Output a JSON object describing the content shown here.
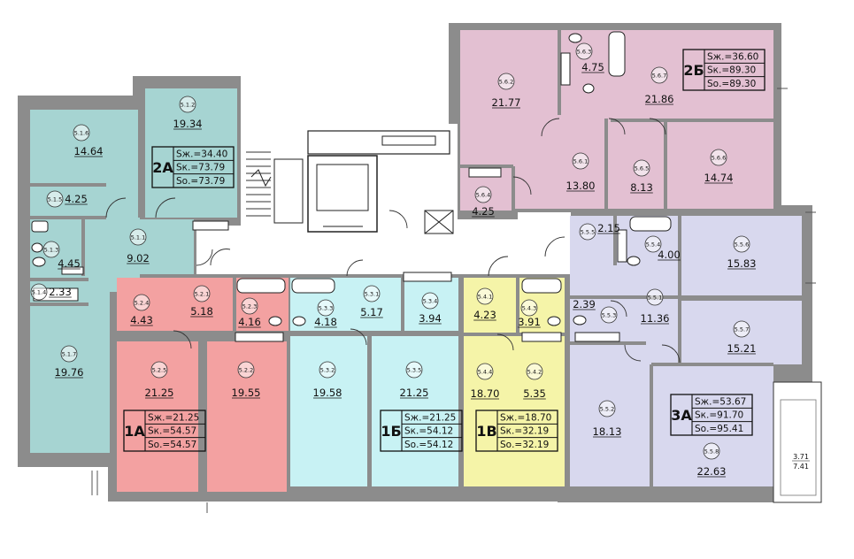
{
  "colors": {
    "teal": "#a6d4d2",
    "pink": "#e3c0d2",
    "red": "#f3a1a1",
    "cyan": "#c8f2f4",
    "yellow": "#f5f4a8",
    "lavender": "#d8d8ee",
    "wall": "#8c8c8c"
  },
  "apartments": [
    {
      "label": "2А",
      "sums": [
        "Sж.=34.40",
        "Sк.=73.79",
        "Sо.=73.79"
      ]
    },
    {
      "label": "2Б",
      "sums": [
        "Sж.=36.60",
        "Sк.=89.30",
        "Sо.=89.30"
      ]
    },
    {
      "label": "1А",
      "sums": [
        "Sж.=21.25",
        "Sк.=54.57",
        "Sо.=54.57"
      ]
    },
    {
      "label": "1Б",
      "sums": [
        "Sж.=21.25",
        "Sк.=54.12",
        "Sо.=54.12"
      ]
    },
    {
      "label": "1В",
      "sums": [
        "Sж.=18.70",
        "Sк.=32.19",
        "Sо.=32.19"
      ]
    },
    {
      "label": "3А",
      "sums": [
        "Sж.=53.67",
        "Sк.=91.70",
        "Sо.=95.41"
      ]
    }
  ],
  "rooms": [
    {
      "id": "5.1.6",
      "area": "14.64"
    },
    {
      "id": "5.1.2",
      "area": "19.34"
    },
    {
      "id": "5.1.5",
      "area": "4.25"
    },
    {
      "id": "5.1.1",
      "area": "9.02"
    },
    {
      "id": "5.1.3",
      "area": "4.45"
    },
    {
      "id": "5.1.4",
      "area": "2.33"
    },
    {
      "id": "5.1.7",
      "area": "19.76"
    },
    {
      "id": "5.6.2",
      "area": "21.77"
    },
    {
      "id": "5.6.3",
      "area": "4.75"
    },
    {
      "id": "5.6.7",
      "area": "21.86"
    },
    {
      "id": "5.6.1",
      "area": "13.80"
    },
    {
      "id": "5.6.5",
      "area": "8.13"
    },
    {
      "id": "5.6.6",
      "area": "14.74"
    },
    {
      "id": "5.6.4",
      "area": "4.25"
    },
    {
      "id": "5.2.4",
      "area": "4.43"
    },
    {
      "id": "5.2.1",
      "area": "5.18"
    },
    {
      "id": "5.2.3",
      "area": "4.16"
    },
    {
      "id": "5.2.5",
      "area": "21.25"
    },
    {
      "id": "5.2.2",
      "area": "19.55"
    },
    {
      "id": "5.3.3",
      "area": "4.18"
    },
    {
      "id": "5.3.1",
      "area": "5.17"
    },
    {
      "id": "5.3.4",
      "area": "3.94"
    },
    {
      "id": "5.3.2",
      "area": "19.58"
    },
    {
      "id": "5.3.5",
      "area": "21.25"
    },
    {
      "id": "5.4.1",
      "area": "4.23"
    },
    {
      "id": "5.4.3",
      "area": "3.91"
    },
    {
      "id": "5.4.4",
      "area": "18.70"
    },
    {
      "id": "5.4.2",
      "area": "5.35"
    },
    {
      "id": "5.5.5",
      "area": "2.15"
    },
    {
      "id": "5.5.4",
      "area": "4.00"
    },
    {
      "id": "5.5.6",
      "area": "15.83"
    },
    {
      "id": "5.5.3",
      "area": "2.39"
    },
    {
      "id": "5.5.1",
      "area": "11.36"
    },
    {
      "id": "5.5.7",
      "area": "15.21"
    },
    {
      "id": "5.5.2",
      "area": "18.13"
    },
    {
      "id": "5.5.8",
      "area": "22.63"
    }
  ],
  "balcony": {
    "top": "3.71",
    "bottom": "7.41"
  }
}
